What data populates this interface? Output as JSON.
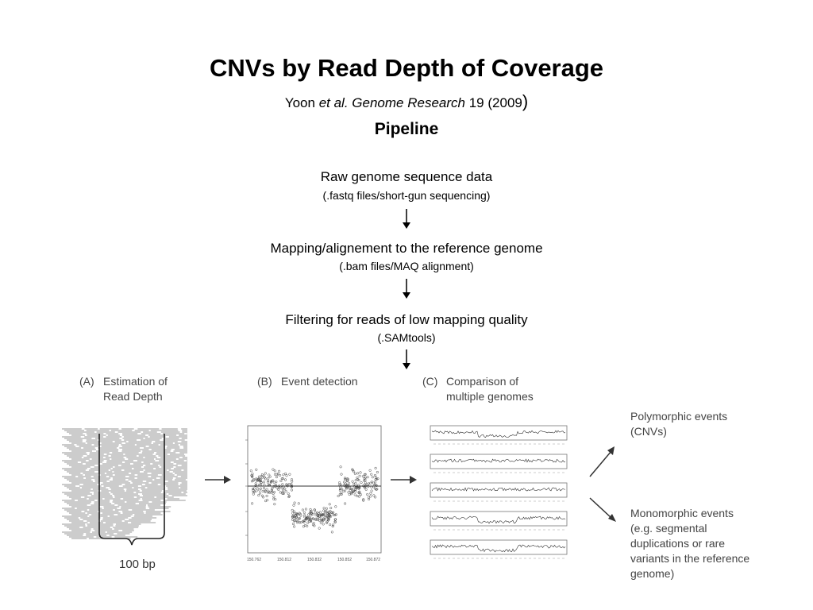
{
  "title": "CNVs by Read Depth of Coverage",
  "citation": {
    "author": "Yoon",
    "etal": "et al.",
    "journal": "Genome Research",
    "volume": "19",
    "year_open": "(2009",
    "year_close": ")"
  },
  "pipeline_heading": "Pipeline",
  "steps": [
    {
      "main": "Raw genome sequence data",
      "sub": "(.fastq files/short-gun sequencing)"
    },
    {
      "main": "Mapping/alignement to the reference genome",
      "sub": "(.bam files/MAQ alignment)"
    },
    {
      "main": "Filtering for reads of low mapping quality",
      "sub": "(.SAMtools)"
    }
  ],
  "panels": [
    {
      "letter": "(A)",
      "line1": "Estimation of",
      "line2": "Read Depth"
    },
    {
      "letter": "(B)",
      "line1": "Event detection",
      "line2": ""
    },
    {
      "letter": "(C)",
      "line1": "Comparison of",
      "line2": "multiple genomes"
    }
  ],
  "window_label": "100 bp",
  "scatter_ticks": [
    "150.762",
    "150.812",
    "150.832",
    "150.852",
    "150.872"
  ],
  "outcomes": {
    "polymorphic": [
      "Polymorphic events",
      "(CNVs)"
    ],
    "monomorphic": [
      "Monomorphic events",
      "(e.g. segmental",
      "duplications or rare",
      "variants in the reference",
      "genome)"
    ]
  }
}
